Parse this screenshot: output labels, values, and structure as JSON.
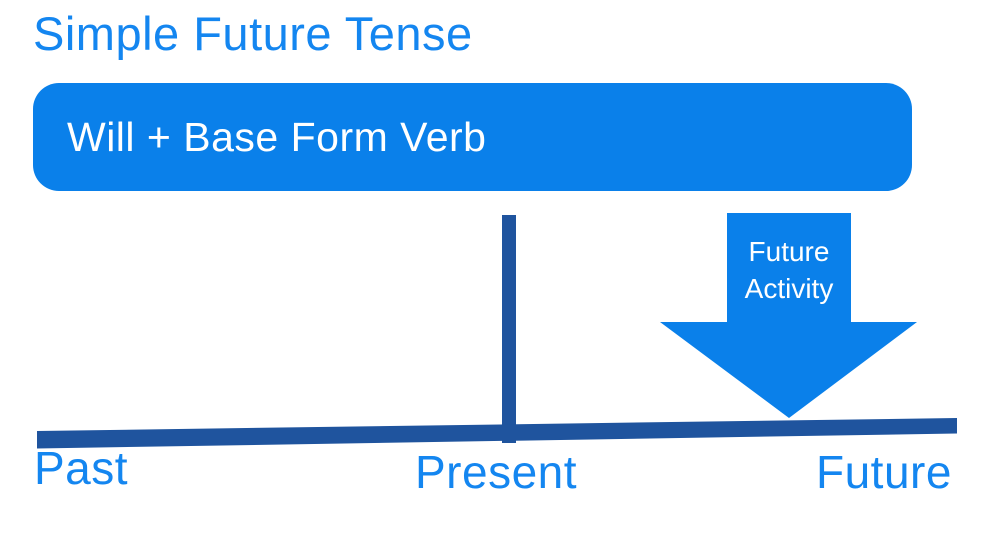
{
  "title": "Simple Future Tense",
  "formula_box": {
    "label": "Will + Base Form Verb"
  },
  "arrow": {
    "label_line1": "Future",
    "label_line2": "Activity"
  },
  "timeline": {
    "labels": {
      "past": "Past",
      "present": "Present",
      "future": "Future"
    }
  },
  "colors": {
    "accent_blue": "#0a80ea",
    "text_blue": "#1486f0",
    "dark_blue": "#1f549e",
    "white": "#ffffff"
  }
}
